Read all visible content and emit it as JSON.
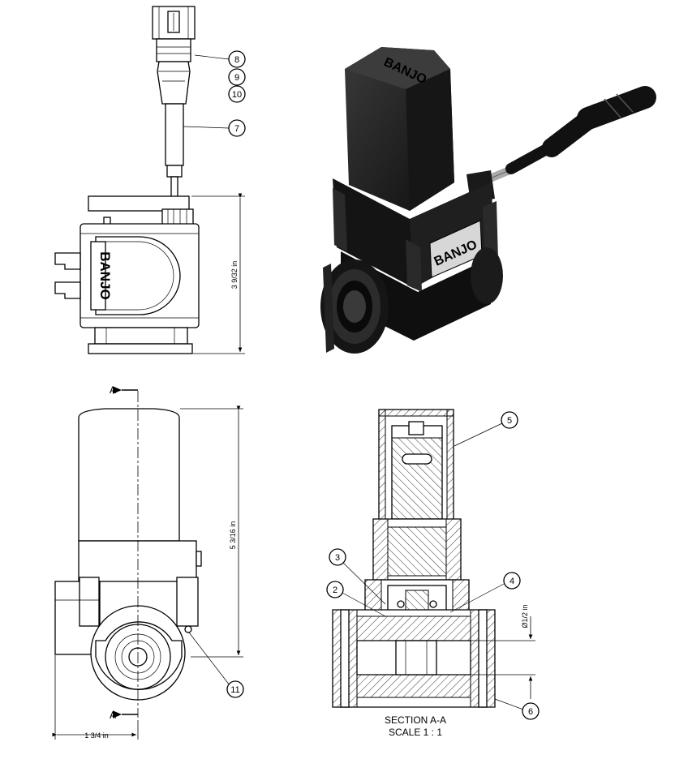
{
  "brand_label": "BANJO",
  "balloons": {
    "b8": "8",
    "b9": "9",
    "b10": "10",
    "b7": "7",
    "b5": "5",
    "b3": "3",
    "b2": "2",
    "b4": "4",
    "b6": "6",
    "b11": "11"
  },
  "dimensions": {
    "height_top_view": "3 9/32 in",
    "height_front_view": "5 3/16 in",
    "width_front_view": "1 3/4 in",
    "port_diameter": "Ø1/2 in"
  },
  "section_marker": "A",
  "section_title": "SECTION A-A",
  "section_scale": "SCALE 1 : 1"
}
